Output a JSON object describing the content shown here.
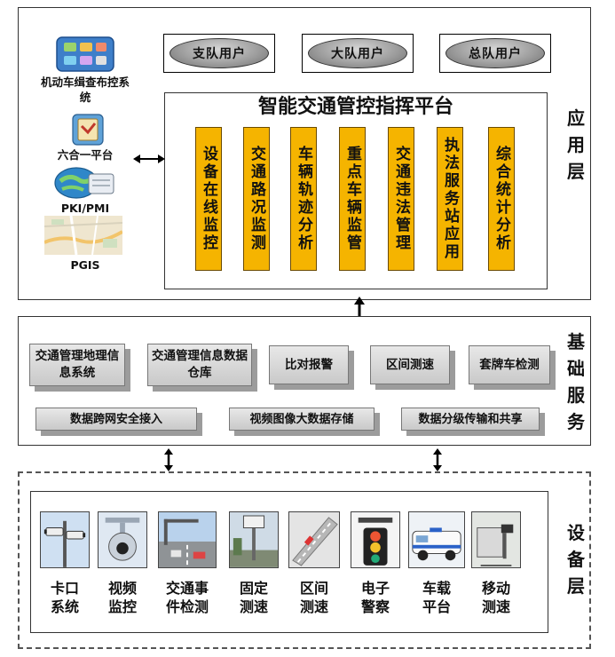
{
  "application": {
    "layer_label": "应用层",
    "user_groups": [
      "支队用户",
      "大队用户",
      "总队用户"
    ],
    "platform_title": "智能交通管控指挥平台",
    "modules": [
      "设备在线监控",
      "交通路况监测",
      "车辆轨迹分析",
      "重点车辆监管",
      "交通违法管理",
      "执法服务站应用",
      "综合统计分析"
    ],
    "external_systems": [
      "机动车缉查布控系统",
      "六合一平台",
      "PKI/PMI",
      "PGIS"
    ]
  },
  "foundation": {
    "layer_label": "基础服务",
    "row1": [
      "交通管理地理信息系统",
      "交通管理信息数据仓库",
      "比对报警",
      "区间测速",
      "套牌车检测"
    ],
    "row2": [
      "数据跨网安全接入",
      "视频图像大数据存储",
      "数据分级传输和共享"
    ]
  },
  "devices": {
    "layer_label": "设备层",
    "items": [
      {
        "l1": "卡口",
        "l2": "系统",
        "icon": "checkpoint-camera-icon"
      },
      {
        "l1": "视频",
        "l2": "监控",
        "icon": "dome-camera-icon"
      },
      {
        "l1": "交通事",
        "l2": "件检测",
        "icon": "road-event-icon"
      },
      {
        "l1": "固定",
        "l2": "测速",
        "icon": "speed-post-icon"
      },
      {
        "l1": "区间",
        "l2": "测速",
        "icon": "road-segment-icon"
      },
      {
        "l1": "电子",
        "l2": "警察",
        "icon": "traffic-light-icon"
      },
      {
        "l1": "车载",
        "l2": "平台",
        "icon": "police-van-icon"
      },
      {
        "l1": "移动",
        "l2": "测速",
        "icon": "mobile-speed-icon"
      }
    ]
  }
}
